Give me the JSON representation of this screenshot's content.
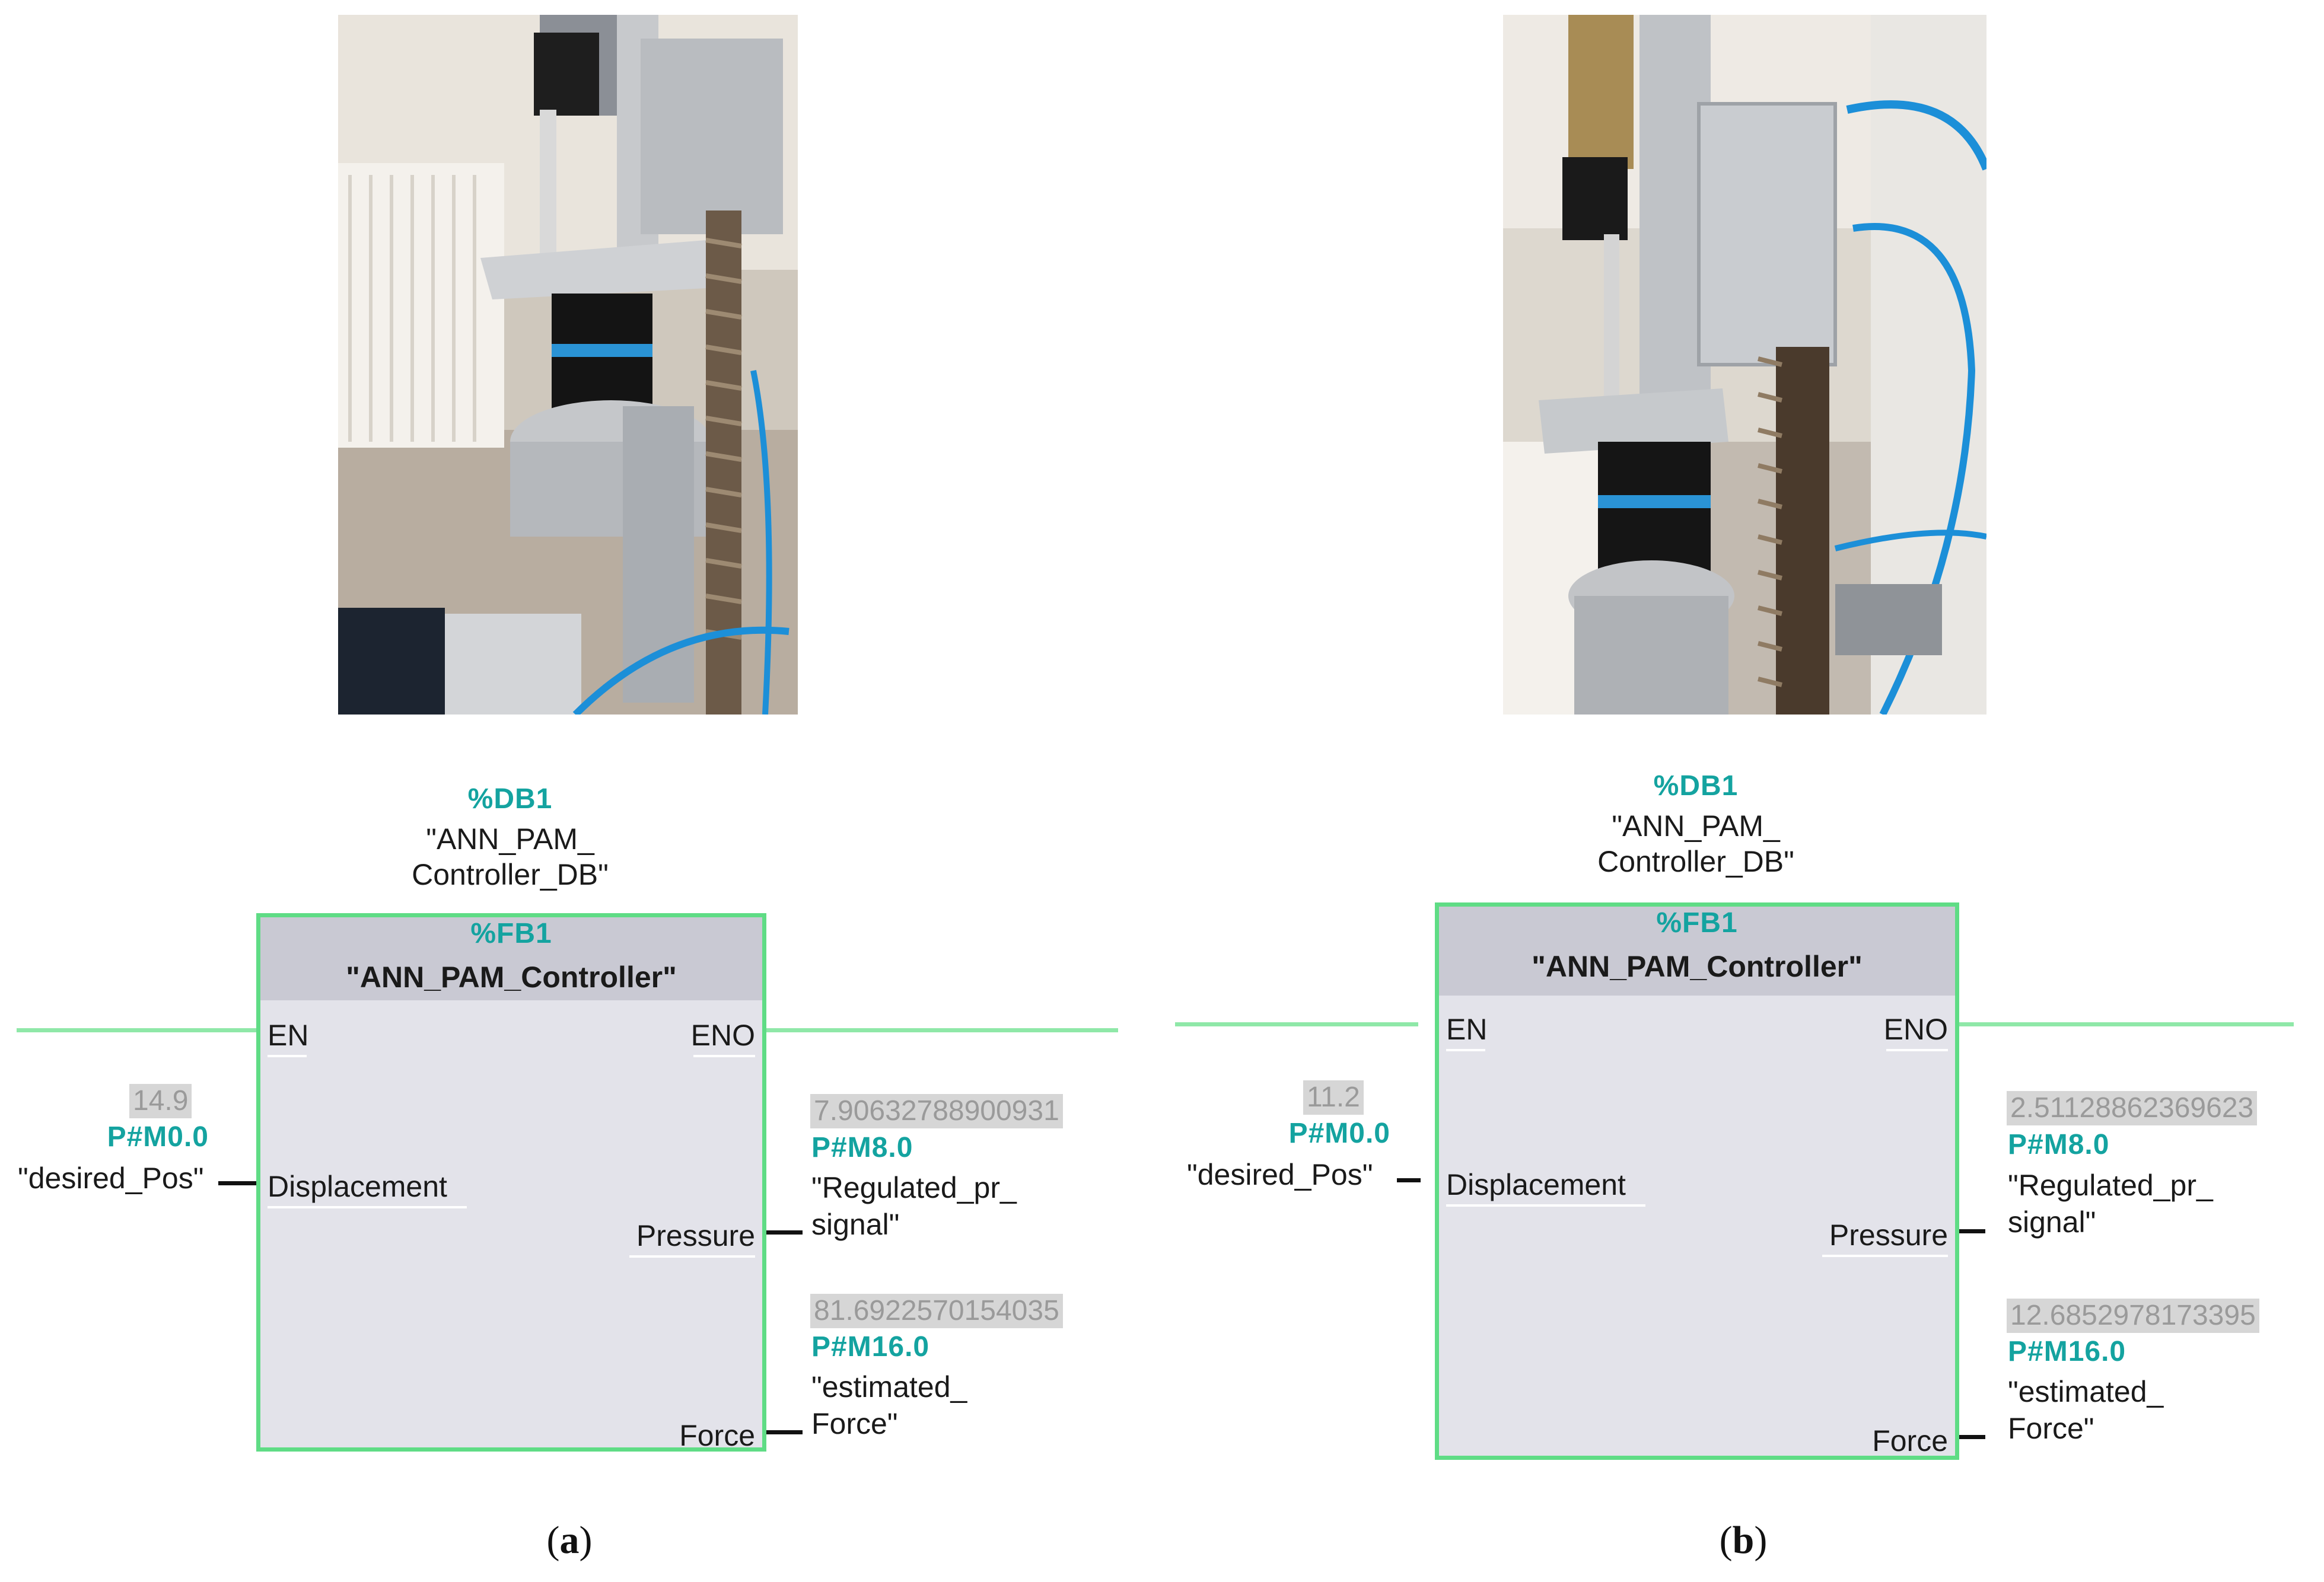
{
  "panels": [
    {
      "caption_open": "(",
      "caption_letter": "a",
      "caption_close": ")",
      "db_ref": "%DB1",
      "db_name": "\"ANN_PAM_\nController_DB\"",
      "fb_ref": "%FB1",
      "fb_name": "\"ANN_PAM_Controller\"",
      "pins": {
        "en": "EN",
        "eno": "ENO",
        "displacement": "Displacement",
        "pressure": "Pressure",
        "force": "Force"
      },
      "input": {
        "value": "14.9",
        "address": "P#M0.0",
        "tag": "\"desired_Pos\""
      },
      "pressure_out": {
        "value": "7.90632788900931",
        "address": "P#M8.0",
        "tag": "\"Regulated_pr_\nsignal\""
      },
      "force_out": {
        "value": "81.6922570154035",
        "address": "P#M16.0",
        "tag": "\"estimated_\nForce\""
      }
    },
    {
      "caption_open": "(",
      "caption_letter": "b",
      "caption_close": ")",
      "db_ref": "%DB1",
      "db_name": "\"ANN_PAM_\nController_DB\"",
      "fb_ref": "%FB1",
      "fb_name": "\"ANN_PAM_Controller\"",
      "pins": {
        "en": "EN",
        "eno": "ENO",
        "displacement": "Displacement",
        "pressure": "Pressure",
        "force": "Force"
      },
      "input": {
        "value": "11.2",
        "address": "P#M0.0",
        "tag": "\"desired_Pos\""
      },
      "pressure_out": {
        "value": "2.51128862369623",
        "address": "P#M8.0",
        "tag": "\"Regulated_pr_\nsignal\""
      },
      "force_out": {
        "value": "12.6852978173395",
        "address": "P#M16.0",
        "tag": "\"estimated_\nForce\""
      }
    }
  ],
  "colors": {
    "teal": "#14a3a0",
    "box_border": "#5fdc85",
    "wire_green": "#8fe8a8",
    "box_fill": "#e3e3ea",
    "header_fill": "#c9c9d3",
    "value_bg": "#d6d6d6"
  }
}
